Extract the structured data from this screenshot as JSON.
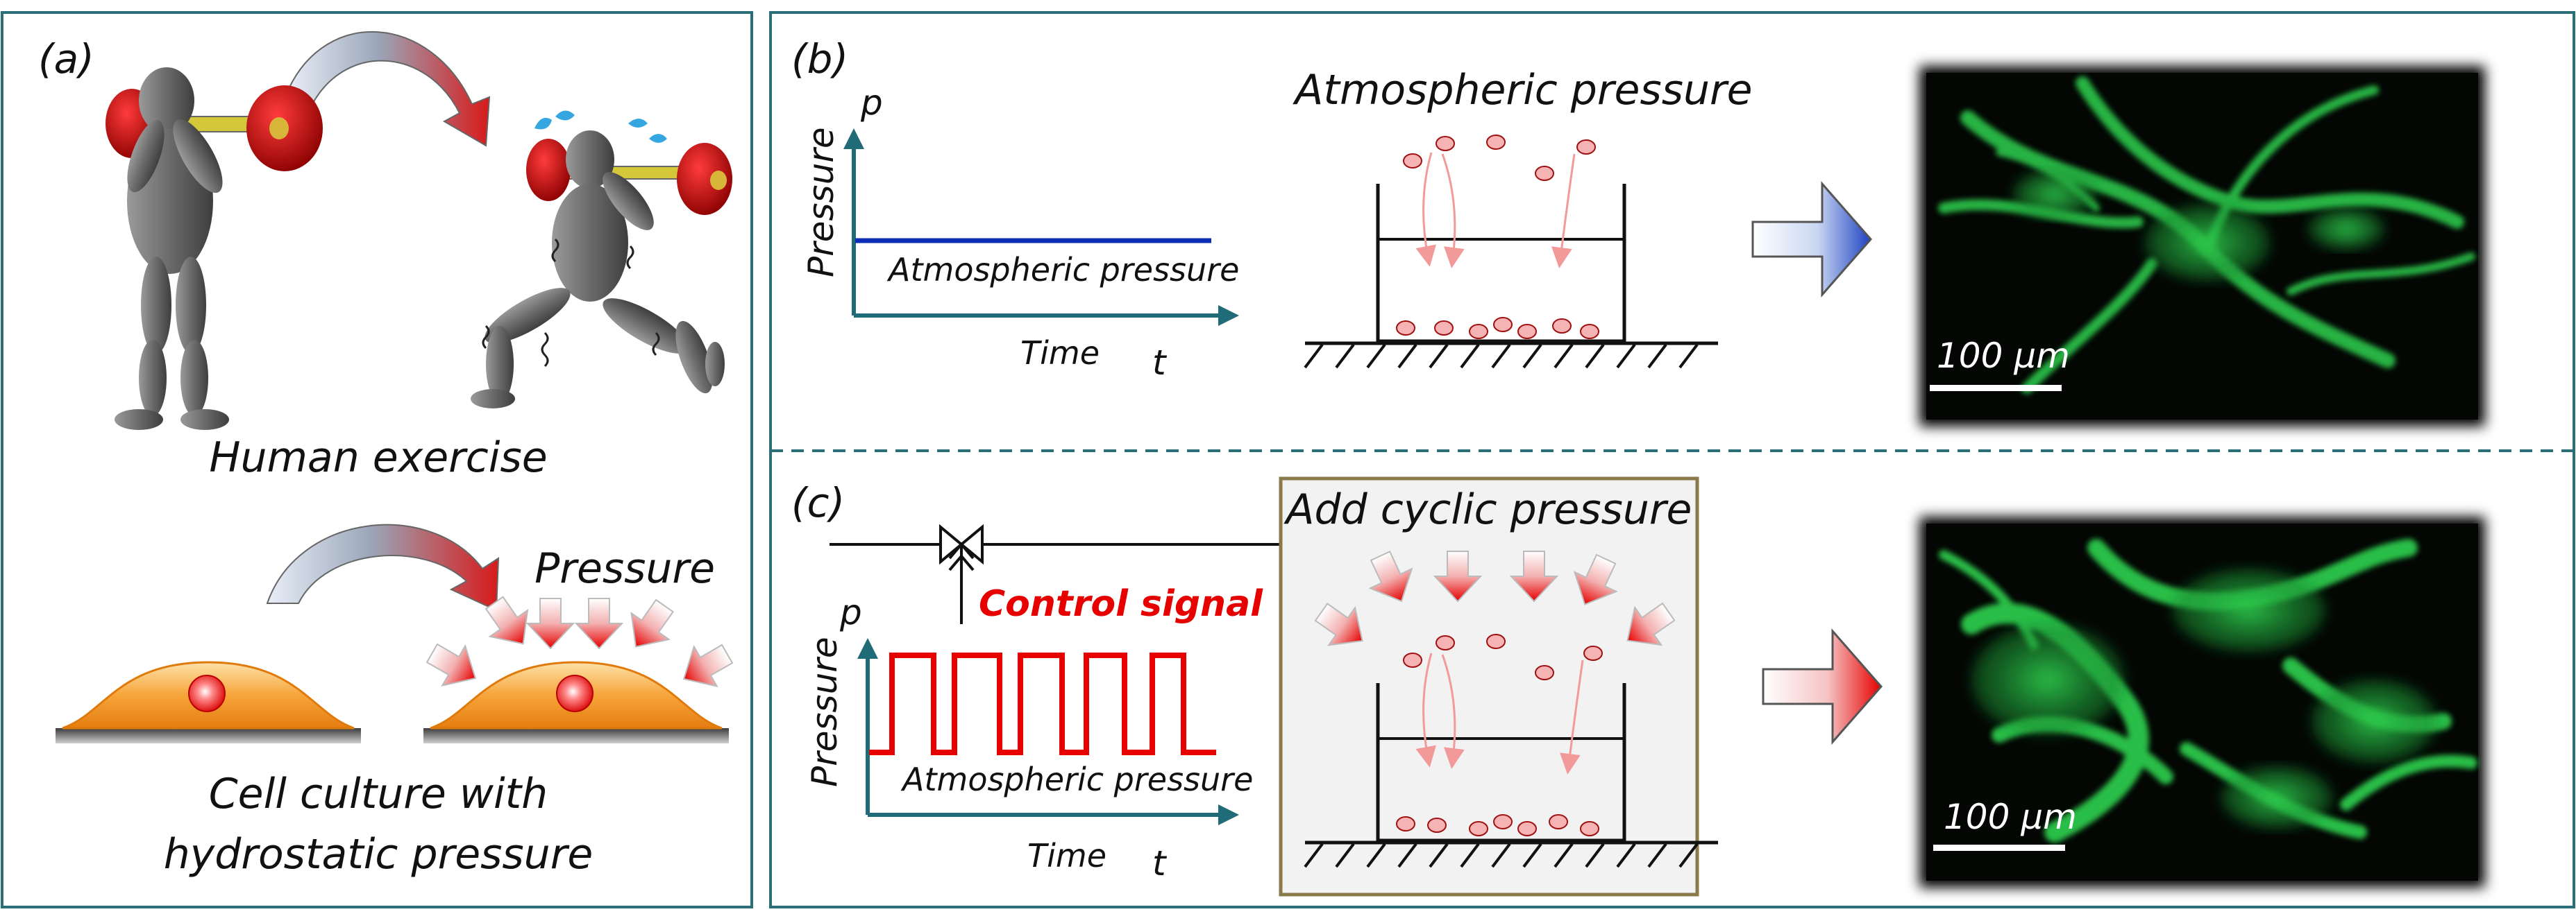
{
  "panel_a": {
    "label": "(a)",
    "caption_exercise": "Human exercise",
    "label_pressure": "Pressure",
    "caption_culture_line1": "Cell culture with",
    "caption_culture_line2": "hydrostatic pressure"
  },
  "panel_b": {
    "label": "(b)",
    "axis_y_symbol": "p",
    "axis_y_label": "Pressure",
    "axis_x_label": "Time",
    "axis_x_symbol": "t",
    "line_label": "Atmospheric pressure",
    "chamber_title": "Atmospheric pressure",
    "scale_bar": "100 μm"
  },
  "panel_c": {
    "label": "(c)",
    "axis_y_symbol": "p",
    "axis_y_label": "Pressure",
    "axis_x_label": "Time",
    "axis_x_symbol": "t",
    "control_signal": "Control signal",
    "baseline_label": "Atmospheric pressure",
    "chamber_title": "Add cyclic pressure",
    "scale_bar": "100 μm"
  },
  "colors": {
    "frame": "#2a6f78",
    "axis": "#1f6b78",
    "atmospheric_line": "#0b2db5",
    "cyclic_signal": "#e60000",
    "cell_body": "#f39a2a",
    "fluorescence": "#2fd24f",
    "box_fill": "#f2f2f2",
    "box_border": "#8a7a4a"
  }
}
